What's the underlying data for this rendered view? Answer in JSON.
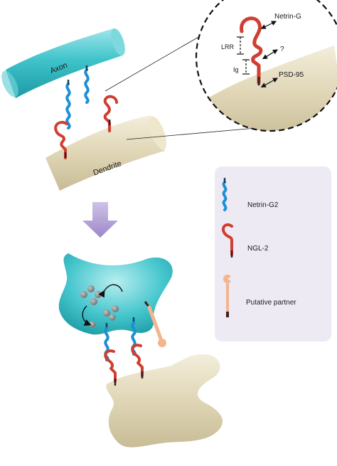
{
  "labels": {
    "axon": "Axon",
    "dendrite": "Dendrite",
    "netrin_g": "Netrin-G",
    "lrr": "LRR",
    "ig": "Ig",
    "unknown": "?",
    "psd95": "PSD-95"
  },
  "legend": {
    "items": [
      {
        "label": "Netrin-G2",
        "icon": "netrin-g2-icon"
      },
      {
        "label": "NGL-2",
        "icon": "ngl-2-icon"
      },
      {
        "label": "Putative partner",
        "icon": "putative-partner-icon"
      }
    ]
  },
  "colors": {
    "axon": "#39c0c8",
    "dendrite": "#ddd4b4",
    "netrin": "#1e8fd6",
    "ngl": "#cf3f31",
    "partner": "#f4b48e",
    "legend_bg": "#edeaf3",
    "arrow": "#b9a6d9",
    "vesicle": "#808080"
  }
}
